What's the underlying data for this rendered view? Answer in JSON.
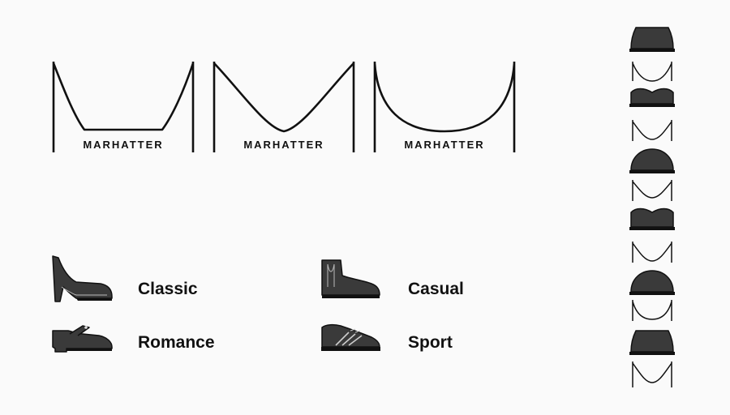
{
  "brand": {
    "logo_variants": [
      {
        "wordmark": "MARHATTER",
        "shape": "flat-bottom"
      },
      {
        "wordmark": "MARHATTER",
        "shape": "v-curve"
      },
      {
        "wordmark": "MARHATTER",
        "shape": "u-curve"
      }
    ]
  },
  "styles": [
    {
      "label": "Classic",
      "icon": "high-heel-shoe-icon"
    },
    {
      "label": "Casual",
      "icon": "chelsea-boot-icon"
    },
    {
      "label": "Romance",
      "icon": "mary-jane-shoe-icon"
    },
    {
      "label": "Sport",
      "icon": "sneaker-icon"
    }
  ],
  "pattern": {
    "icons": [
      "hat-icon",
      "bra-icon",
      "curve-icon",
      "beanie-icon",
      "curve-icon",
      "bra-icon",
      "curve-icon",
      "beanie-icon",
      "curve-icon",
      "hat-icon",
      "curve-icon"
    ]
  },
  "colors": {
    "ink": "#111111",
    "fill": "#3a3a3a",
    "background": "#fafafa"
  }
}
